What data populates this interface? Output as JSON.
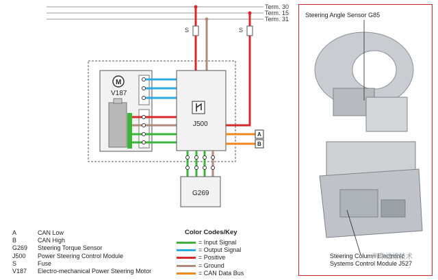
{
  "terminals": {
    "t30": "Term. 30",
    "t15": "Term. 15",
    "t31": "Term. 31"
  },
  "fuse_label": "S",
  "components": {
    "motor": "V187",
    "motor_symbol": "M",
    "control_module": "J500",
    "torque_sensor": "G269"
  },
  "can_labels": [
    "A",
    "B"
  ],
  "legend_abbreviations": [
    {
      "code": "A",
      "desc": "CAN Low"
    },
    {
      "code": "B",
      "desc": "CAN High"
    },
    {
      "code": "G269",
      "desc": "Steering Torque Sensor"
    },
    {
      "code": "J500",
      "desc": "Power Steering Control Module"
    },
    {
      "code": "S",
      "desc": "Fuse"
    },
    {
      "code": "V187",
      "desc": "Electro-mechanical Power Steering Motor"
    }
  ],
  "color_key": {
    "title": "Color Codes/Key",
    "items": [
      {
        "label": "= Input Signal",
        "color": "#3cb43c"
      },
      {
        "label": "= Output Signal",
        "color": "#2ea8e0"
      },
      {
        "label": "= Positive",
        "color": "#d9272e"
      },
      {
        "label": "= Ground",
        "color": "#b08a7a"
      },
      {
        "label": "= CAN Data Bus",
        "color": "#f0861e"
      }
    ]
  },
  "photo": {
    "title": "Steering Angle Sensor G85",
    "label_line1": "Steering Column Electronic",
    "label_line2": "Systems Control Module J527"
  },
  "watermark": "汽车维修技术"
}
